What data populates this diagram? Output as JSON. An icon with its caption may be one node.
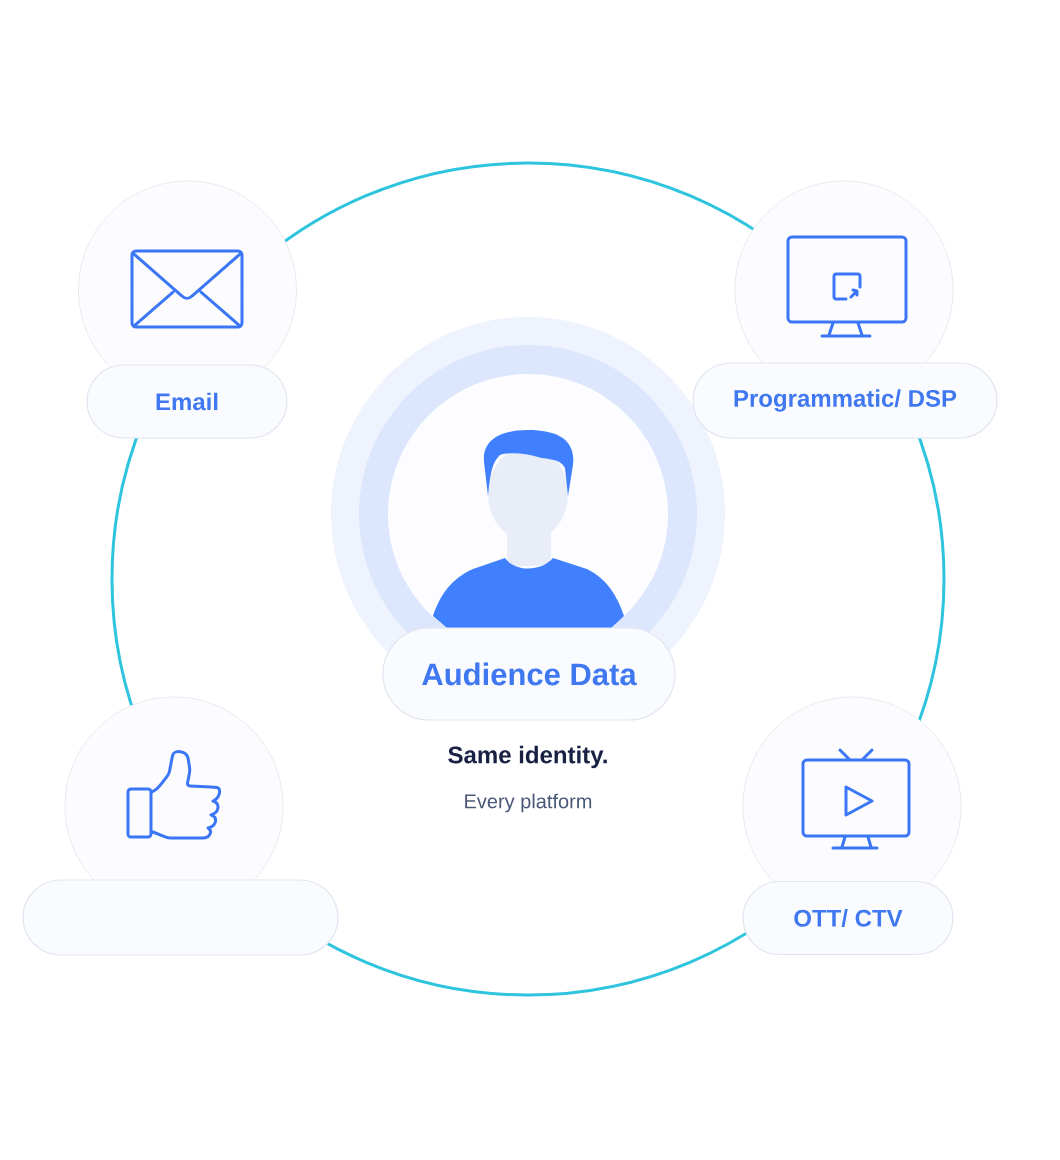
{
  "diagram": {
    "nodes": [
      {
        "text": [
          "Email"
        ]
      },
      {
        "text": [
          "Programmatic/ DSP"
        ]
      },
      {
        "text": [
          "Audience Data"
        ]
      },
      {
        "text": [],
        "shape": "box"
      },
      {
        "text": [
          "OTT/ CTV"
        ]
      }
    ],
    "labels": [
      "Same identity.",
      "Every platform"
    ]
  }
}
